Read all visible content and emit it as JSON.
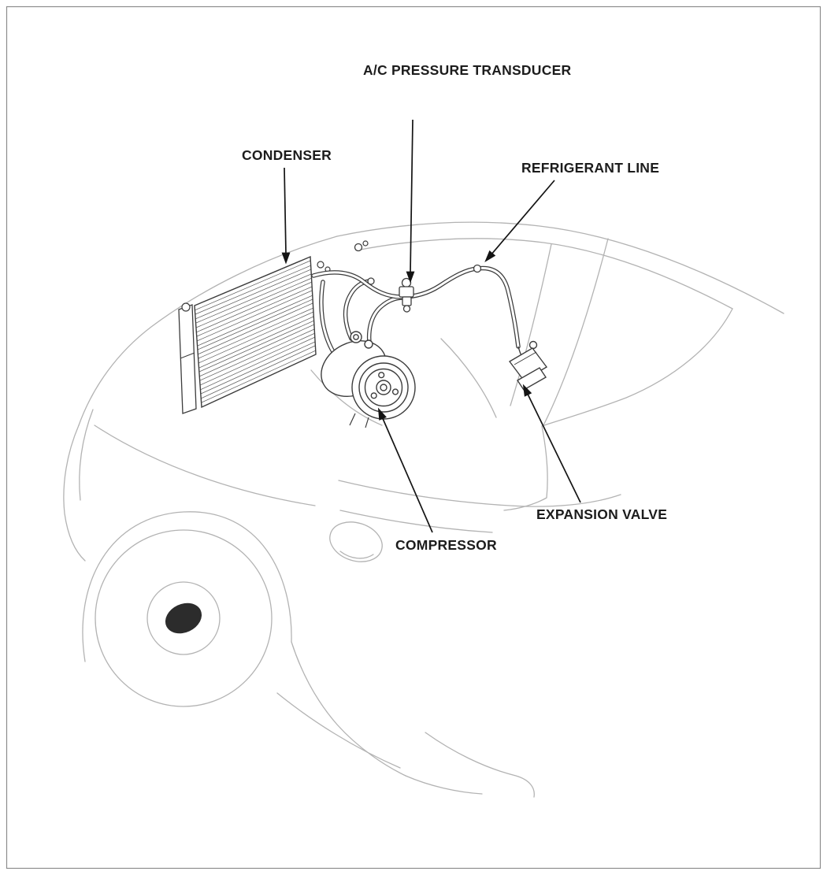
{
  "diagram": {
    "labels": {
      "pressure_transducer": "A/C PRESSURE TRANSDUCER",
      "condenser": "CONDENSER",
      "refrigerant_line": "REFRIGERANT LINE",
      "expansion_valve": "EXPANSION VALVE",
      "compressor": "COMPRESSOR"
    },
    "colors": {
      "background": "#ffffff",
      "car_outline": "#b3b3b3",
      "component_line": "#3c3c3c",
      "annotation": "#141414",
      "frame_border": "#8c8c8c"
    }
  }
}
